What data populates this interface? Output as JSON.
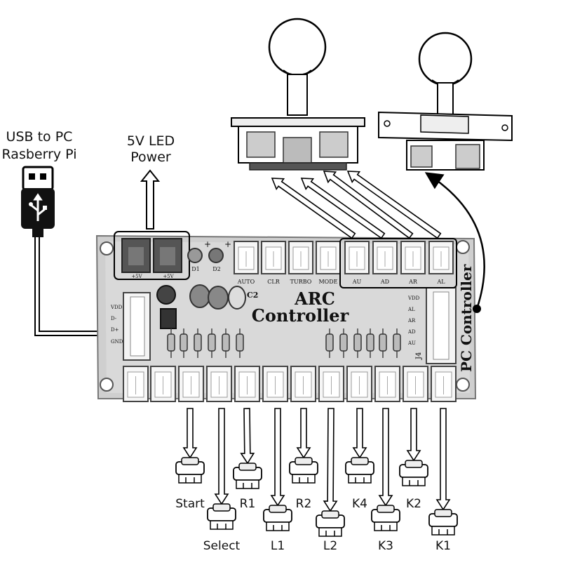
{
  "labels": {
    "usb_line1": "USB to PC",
    "usb_line2": "Rasberry Pi",
    "led_line1": "5V LED",
    "led_line2": "Power"
  },
  "board": {
    "title_line1": "ARC",
    "title_line2": "Controller",
    "side_title": "PC Controller",
    "c2": "C2",
    "d1": "D1",
    "d2": "D2",
    "j4": "J4",
    "plus": "+",
    "led_pins": [
      "+5V",
      "+5V"
    ],
    "left_pins": [
      "VDD",
      "D-",
      "D+",
      "GND"
    ],
    "right_pins": [
      "VDD",
      "AL",
      "AR",
      "AD",
      "AU"
    ],
    "top_connectors": [
      "AUTO",
      "CLR",
      "TURBO",
      "MODE",
      "AU",
      "AD",
      "AR",
      "AL"
    ]
  },
  "buttons": [
    "Start",
    "Select",
    "R1",
    "L1",
    "R2",
    "L2",
    "K4",
    "K3",
    "K2",
    "K1"
  ]
}
